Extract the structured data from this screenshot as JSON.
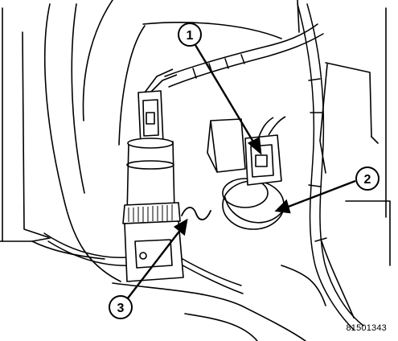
{
  "figure": {
    "callouts": [
      {
        "label": "1"
      },
      {
        "label": "2"
      },
      {
        "label": "3"
      }
    ],
    "figure_code": "81501343"
  }
}
